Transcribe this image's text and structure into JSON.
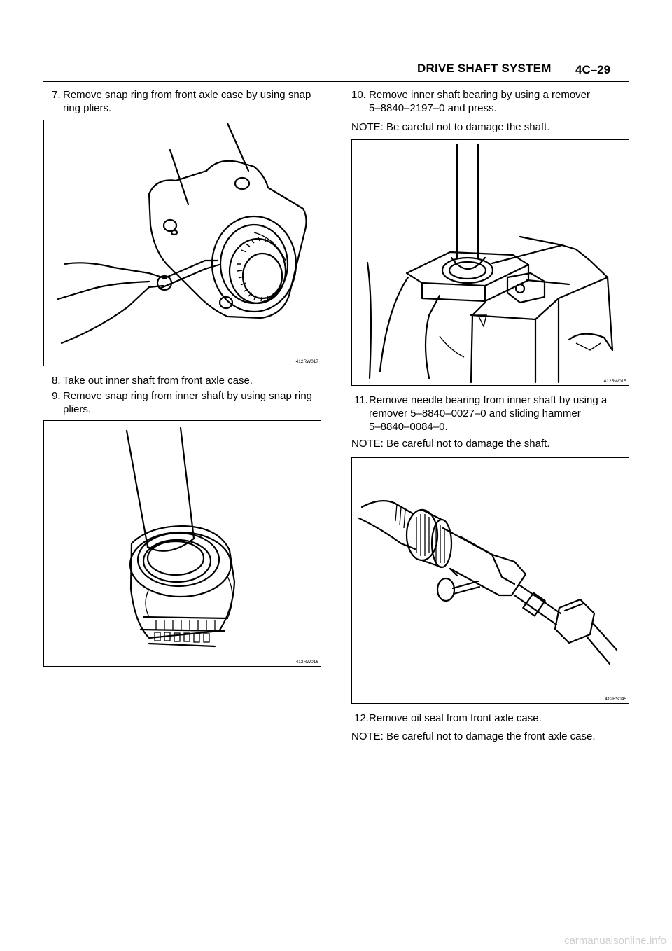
{
  "header": {
    "title": "DRIVE SHAFT SYSTEM",
    "page": "4C–29"
  },
  "left_column": {
    "step7": {
      "num": "7.",
      "line1": "Remove snap ring from front axle case by using snap",
      "line2": "ring pliers."
    },
    "figure1": {
      "code": "412RW017",
      "icon": "snap-ring-pliers-axle-case-illustration"
    },
    "step8": {
      "num": "8.",
      "line1": "Take out inner shaft from front axle case."
    },
    "step9": {
      "num": "9.",
      "line1": "Remove snap ring from inner shaft by using snap ring",
      "line2": "pliers."
    },
    "figure2": {
      "code": "412RW016",
      "icon": "inner-shaft-snap-ring-illustration"
    }
  },
  "right_column": {
    "step10": {
      "num": "10.",
      "line1": "Remove inner shaft bearing by using a remover",
      "line2": "5–8840–2197–0 and press."
    },
    "note1": "NOTE:  Be careful not to damage the shaft.",
    "figure3": {
      "code": "412RW015",
      "icon": "bearing-remover-press-illustration"
    },
    "step11": {
      "num": "11.",
      "line1": "Remove needle bearing from inner shaft by using a",
      "line2": "remover 5–8840–0027–0 and sliding hammer",
      "line3": "5–8840–0084–0."
    },
    "note2": "NOTE:  Be careful not to damage the shaft.",
    "figure4": {
      "code": "412RS045",
      "icon": "needle-bearing-sliding-hammer-illustration"
    },
    "step12": {
      "num": "12.",
      "line1": "Remove oil seal from front axle case."
    },
    "note3": "NOTE:  Be careful not to damage the front axle case."
  },
  "footer": {
    "watermark": "carmanualsonline.info"
  }
}
